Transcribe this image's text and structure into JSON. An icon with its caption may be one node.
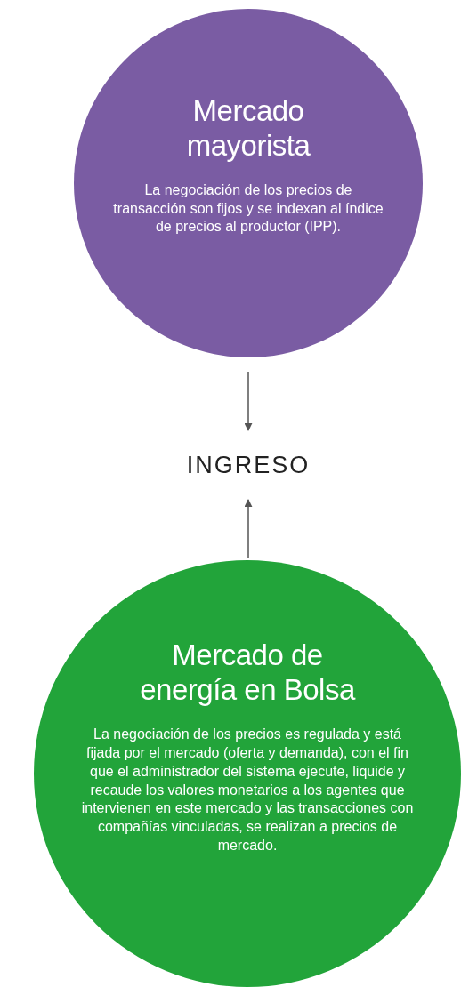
{
  "diagram": {
    "nodes": [
      {
        "text": [
          "Mercado mayorista",
          "La negociación de los precios de transacción son fijos y se indexan al índice de precios al productor (IPP)."
        ]
      },
      {
        "text": [
          "INGRESO"
        ]
      },
      {
        "text": [
          "Mercado de energía en Bolsa",
          "La negociación de los precios es regulada y está fijada por el mercado (oferta y demanda), con el fin que el administrador del sistema ejecute, liquide y recaude los valores monetarios a los agentes que intervienen en este mercado y las transacciones con compañías vinculadas, se realizan a precios de mercado."
        ]
      }
    ],
    "edges": [
      {
        "from": 0,
        "to": 1,
        "arrow": "to"
      },
      {
        "from": 2,
        "to": 1,
        "arrow": "to"
      }
    ]
  }
}
